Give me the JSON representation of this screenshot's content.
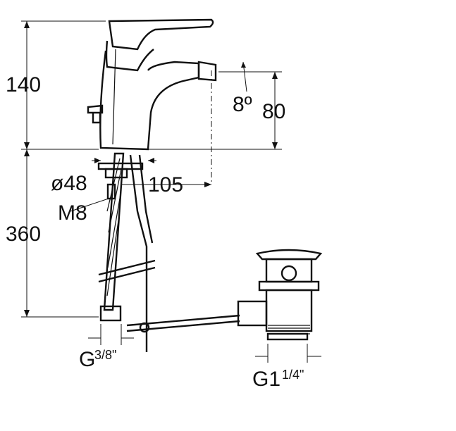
{
  "dimensions": {
    "height_upper": "140",
    "height_lower": "360",
    "spout_height": "80",
    "spout_angle": "8º",
    "diameter": "ø48",
    "reach": "105",
    "thread_rod": "M8",
    "inlet_thread_prefix": "G",
    "inlet_thread_fraction": "3/8\"",
    "drain_thread_prefix": "G1",
    "drain_thread_fraction": "1/4\""
  }
}
